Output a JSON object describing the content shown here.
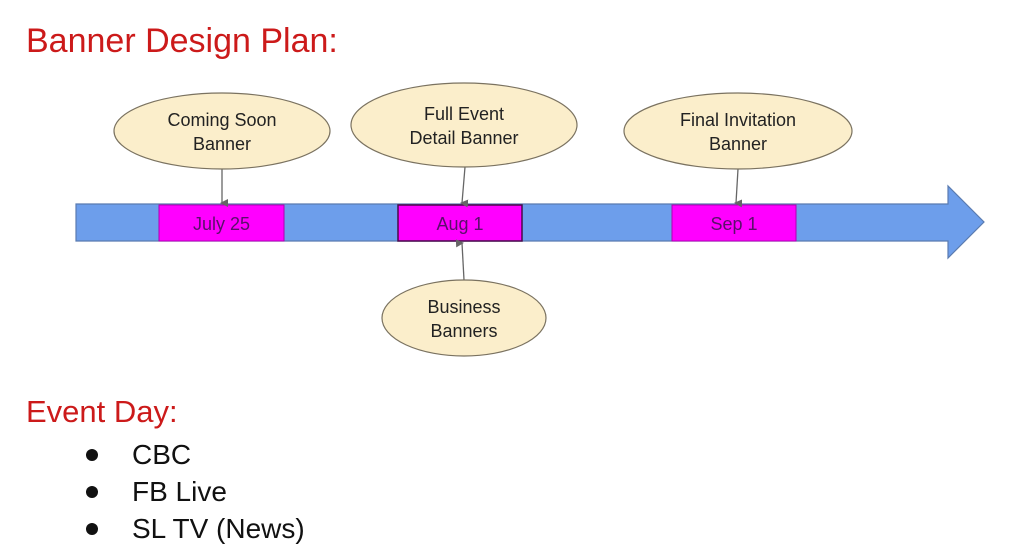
{
  "title": "Banner Design Plan:",
  "colors": {
    "heading": "#cc1a1a",
    "timeline": "#6d9eeb",
    "timeline_border": "#5a7bb0",
    "date_box": "#ff00ff",
    "bubble_fill": "#fbeecb",
    "bubble_border": "#7a7260",
    "connector": "#666666"
  },
  "timeline": {
    "milestones": [
      {
        "date": "July 25",
        "labels": [
          "Coming Soon",
          "Banner"
        ],
        "position": "above"
      },
      {
        "date": "Aug 1",
        "labels": [
          "Full Event",
          "Detail Banner"
        ],
        "position": "above",
        "extra_below": [
          "Business",
          "Banners"
        ]
      },
      {
        "date": "Sep 1",
        "labels": [
          "Final Invitation",
          "Banner"
        ],
        "position": "above"
      }
    ]
  },
  "event_day": {
    "title": "Event Day:",
    "items": [
      "CBC",
      "FB Live",
      "SL TV (News)"
    ]
  }
}
